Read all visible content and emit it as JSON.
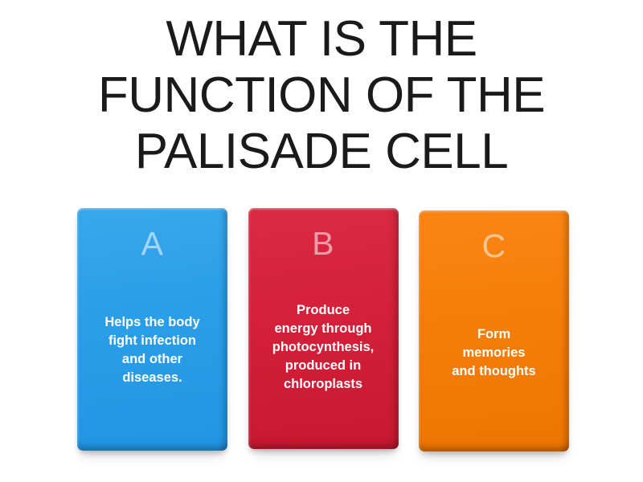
{
  "question": {
    "lines": [
      "WHAT IS THE",
      "FUNCTION OF THE",
      "PALISADE CELL"
    ],
    "full_text": "WHAT IS THE FUNCTION OF THE PALISADE CELL"
  },
  "answers": [
    {
      "letter": "A",
      "color": "#2B9EE8",
      "text": "Helps the body fight infection and other diseases.",
      "lines": [
        "Helps the body",
        "fight infection",
        "and other",
        "diseases."
      ]
    },
    {
      "letter": "B",
      "color": "#D4203A",
      "text": "Produce energy through photocynthesis, produced in chloroplasts",
      "lines": [
        "Produce",
        "energy through",
        "photocynthesis,",
        "produced in",
        "chloroplasts"
      ]
    },
    {
      "letter": "C",
      "color": "#F57D08",
      "text": "Form memories and thoughts",
      "lines": [
        "Form",
        "memories",
        "and thoughts"
      ]
    }
  ],
  "background_color": "#FFFFFF",
  "title_color": "#1A1A1A"
}
